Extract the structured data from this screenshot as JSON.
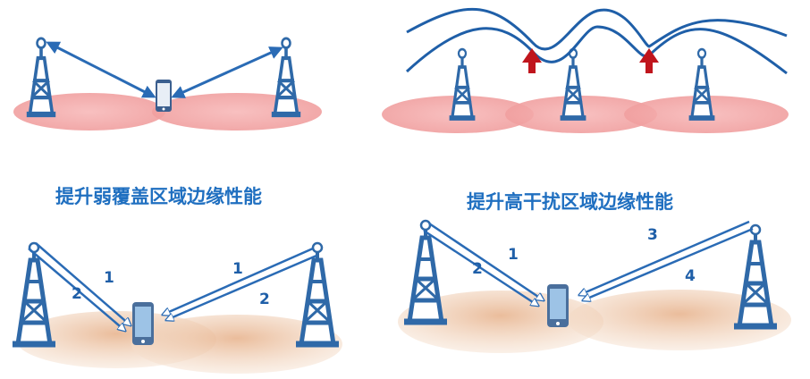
{
  "captions": {
    "left": "提升弱覆盖区域边缘性能",
    "right": "提升高干扰区域边缘性能"
  },
  "path_labels": {
    "bottom_left": {
      "left_a": "1",
      "left_b": "2",
      "right_a": "1",
      "right_b": "2"
    },
    "bottom_right": {
      "left_a": "1",
      "left_b": "2",
      "right_a": "3",
      "right_b": "4"
    }
  },
  "colors": {
    "coverage_pink": "#f2a5a5",
    "coverage_orange": "#e3b48d",
    "tower_blue": "#2f69a8",
    "arrow_blue": "#2a6bb5",
    "signal_wave": "#1f5fa8",
    "interference_arrow": "#c0151d",
    "caption_blue": "#1f6fc0"
  }
}
